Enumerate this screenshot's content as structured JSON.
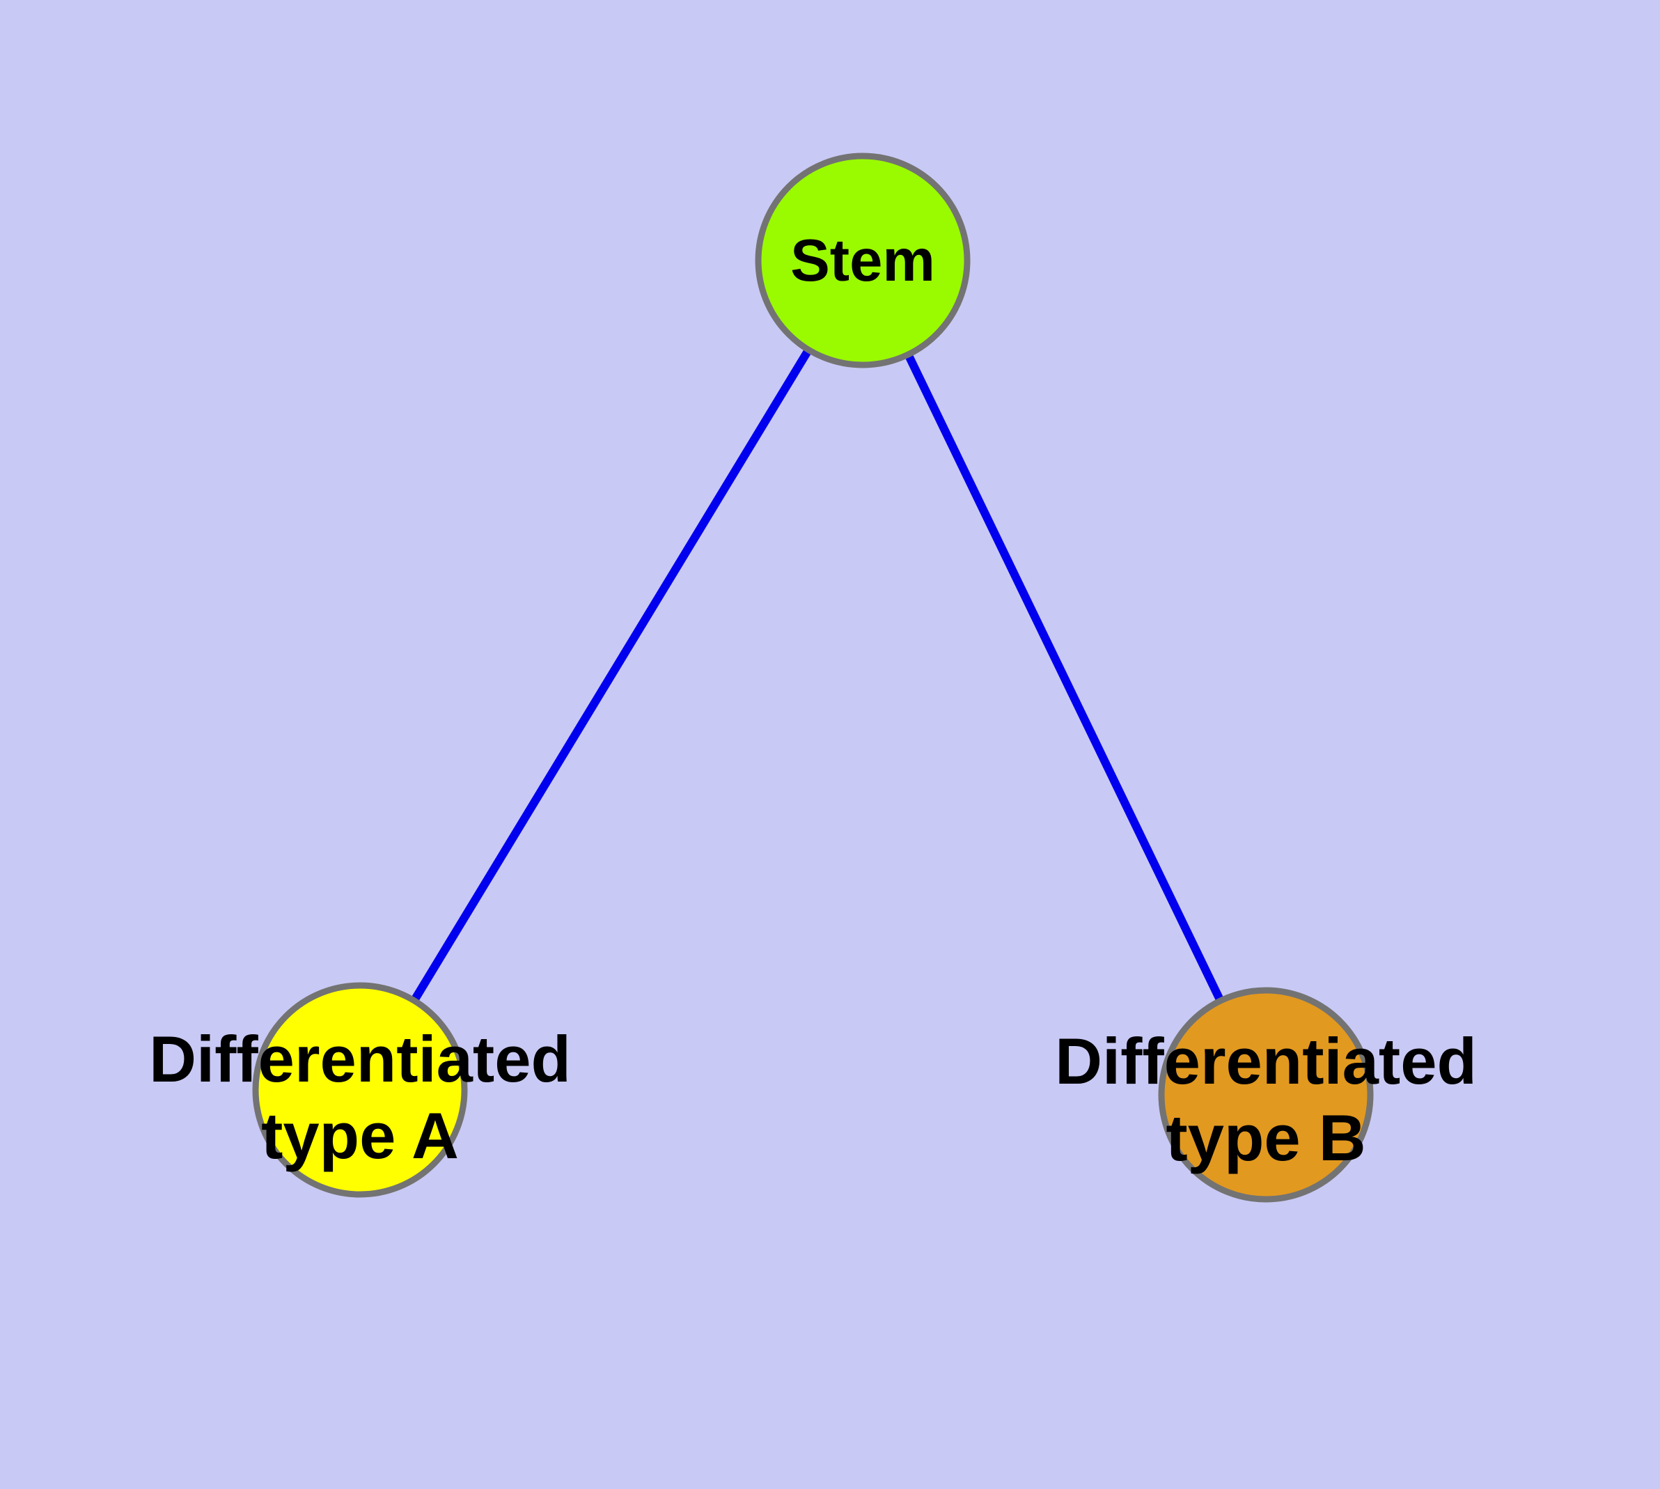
{
  "diagram": {
    "background_color": "#C9C9F5",
    "label_color": "#000000",
    "node_stroke_color": "#737373",
    "edge_color": "#0000EE",
    "nodes": [
      {
        "id": "stem",
        "label": "Stem",
        "fill": "#9AFA00"
      },
      {
        "id": "differentiated-type-a",
        "label_line1": "Differentiated",
        "label_line2": "type A",
        "fill": "#FFFF00"
      },
      {
        "id": "differentiated-type-b",
        "label_line1": "Differentiated",
        "label_line2": "type B",
        "fill": "#E2991F"
      }
    ],
    "edges": [
      {
        "from": "stem",
        "to": "differentiated-type-a"
      },
      {
        "from": "stem",
        "to": "differentiated-type-b"
      }
    ]
  }
}
